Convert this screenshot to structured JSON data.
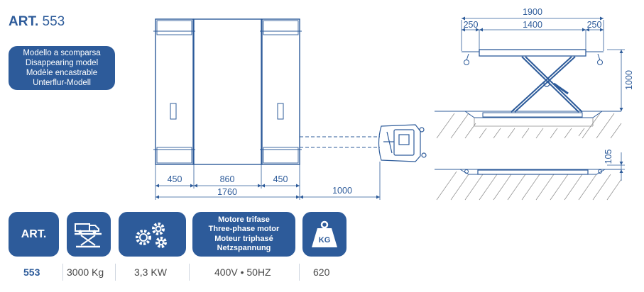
{
  "header": {
    "art_label": "ART.",
    "art_number": "553"
  },
  "model_badge": {
    "line1": "Modello a scomparsa",
    "line2": "Disappearing model",
    "line3": "Modèle encastrable",
    "line4": "Unterflur-Modell"
  },
  "top_view": {
    "dim_450_left": "450",
    "dim_860": "860",
    "dim_450_right": "450",
    "dim_1760": "1760",
    "dim_1000": "1000"
  },
  "side_view": {
    "dim_1900": "1900",
    "dim_250_left": "250",
    "dim_1400": "1400",
    "dim_250_right": "250",
    "dim_height_1000": "1000",
    "dim_105": "105"
  },
  "spec_tiles": {
    "art_label": "ART.",
    "motor_it": "Motore trifase",
    "motor_en": "Three-phase motor",
    "motor_fr": "Moteur triphasé",
    "motor_de": "Netzspannung",
    "weight_unit": "KG"
  },
  "specs": {
    "art": "553",
    "capacity": "3000 Kg",
    "power": "3,3 KW",
    "voltage": "400V • 50HZ",
    "weight": "620"
  },
  "icons": [
    "lift-truck-icon",
    "gears-icon",
    "weight-icon"
  ],
  "colors": {
    "brand_blue": "#2d5b9a",
    "text_grey": "#4a4a4a"
  }
}
